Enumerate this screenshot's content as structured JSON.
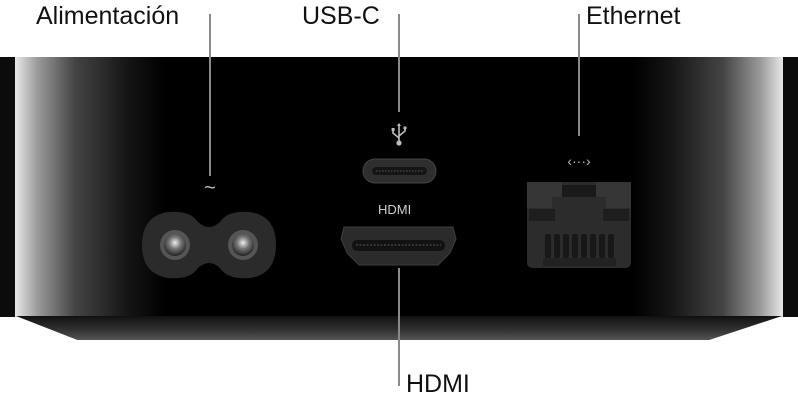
{
  "diagram": {
    "subject": "Apple TV rear panel ports",
    "callouts": [
      {
        "id": "power",
        "label": "Alimentación",
        "port_symbol": "~"
      },
      {
        "id": "usb",
        "label": "USB-C",
        "port_symbol": "usb"
      },
      {
        "id": "ethernet",
        "label": "Ethernet",
        "port_symbol": "<···>"
      },
      {
        "id": "hdmi",
        "label": "HDMI",
        "port_symbol": "HDMI"
      }
    ],
    "port_labels": {
      "hdmi_printed": "HDMI",
      "power_printed": "~",
      "ethernet_printed": "‹···›"
    },
    "colors": {
      "device_body": "#000000",
      "leader_line": "#8a8a8a",
      "port_fill": "#2a2a2a",
      "port_text": "#cfcfcf",
      "callout_text": "#111111"
    }
  }
}
